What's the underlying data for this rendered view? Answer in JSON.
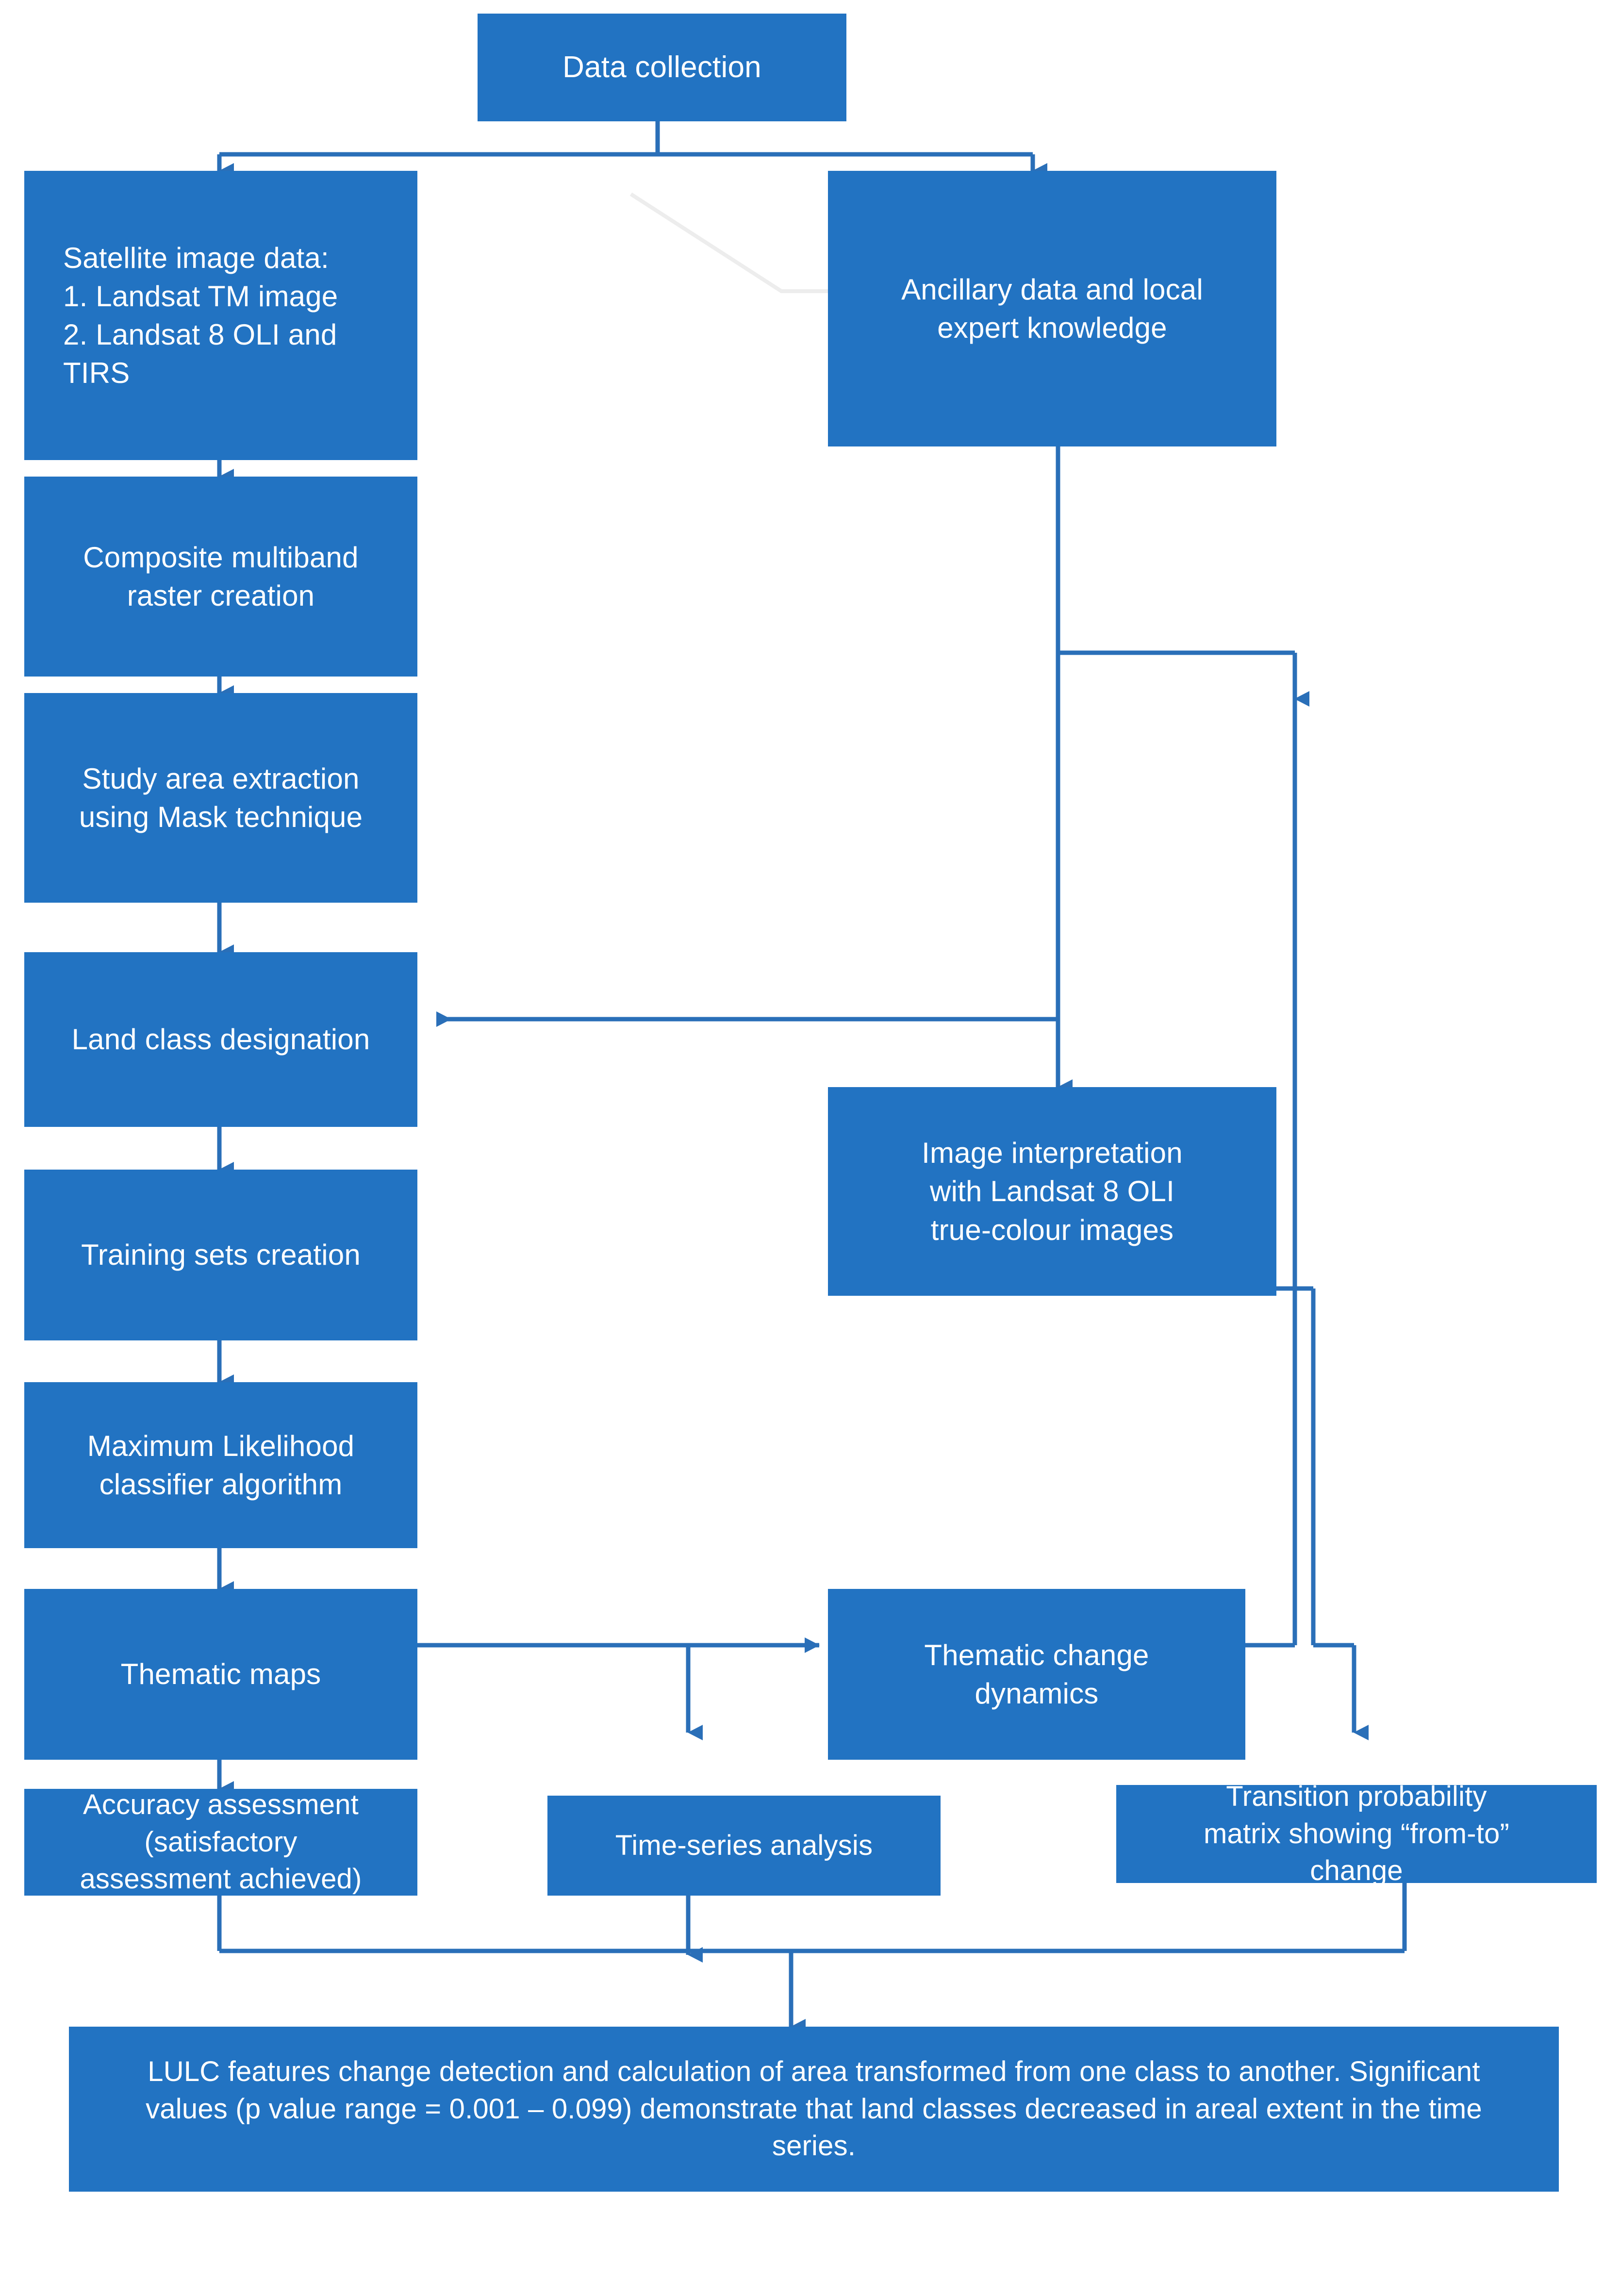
{
  "diagram": {
    "title": "LULC change detection methodology flowchart",
    "accent_color": "#2273c2",
    "text_color": "#ffffff",
    "background_color": "#ffffff",
    "connector_color": "#2a6fb8",
    "faint_connector_color": "#eceff1"
  },
  "nodes": {
    "data_collection": "Data collection",
    "satellite_image_data": "Satellite image data:\n1. Landsat TM image\n2. Landsat 8 OLI and\nTIRS",
    "ancillary_data": "Ancillary data and local\nexpert knowledge",
    "composite_raster": "Composite multiband\nraster creation",
    "study_area_extraction": "Study area extraction\nusing Mask technique",
    "land_class_designation": "Land class designation",
    "training_sets_creation": "Training sets creation",
    "maximum_likelihood": "Maximum Likelihood\nclassifier algorithm",
    "thematic_maps": "Thematic maps",
    "image_interpretation": "Image interpretation\nwith Landsat 8 OLI\ntrue-colour images",
    "thematic_change_dynamics": "Thematic change\ndynamics",
    "accuracy_assessment": "Accuracy assessment\n(satisfactory\nassessment achieved)",
    "time_series_analysis": "Time-series analysis",
    "transition_probability": "Transition probability\nmatrix showing “from-to”\nchange",
    "lulc_summary": "LULC features change detection and calculation of area transformed from one class to another. Significant values (p value range = 0.001 – 0.099) demonstrate that land classes decreased in areal extent in the time series."
  },
  "edges": [
    {
      "name": "data-collection-to-satellite",
      "from": "data_collection",
      "to": "satellite_image_data"
    },
    {
      "name": "data-collection-to-ancillary",
      "from": "data_collection",
      "to": "ancillary_data"
    },
    {
      "name": "satellite-to-composite",
      "from": "satellite_image_data",
      "to": "composite_raster"
    },
    {
      "name": "composite-to-study-area",
      "from": "composite_raster",
      "to": "study_area_extraction"
    },
    {
      "name": "study-area-to-land-class",
      "from": "study_area_extraction",
      "to": "land_class_designation"
    },
    {
      "name": "ancillary-to-land-class",
      "from": "ancillary_data",
      "to": "land_class_designation"
    },
    {
      "name": "ancillary-to-image-interpretation",
      "from": "ancillary_data",
      "to": "image_interpretation"
    },
    {
      "name": "ancillary-to-thematic-change",
      "from": "ancillary_data",
      "to": "thematic_change_dynamics"
    },
    {
      "name": "land-class-to-training-sets",
      "from": "land_class_designation",
      "to": "training_sets_creation"
    },
    {
      "name": "training-sets-to-maximum-likelihood",
      "from": "training_sets_creation",
      "to": "maximum_likelihood"
    },
    {
      "name": "maximum-likelihood-to-thematic-maps",
      "from": "maximum_likelihood",
      "to": "thematic_maps"
    },
    {
      "name": "thematic-maps-to-thematic-change",
      "from": "thematic_maps",
      "to": "thematic_change_dynamics"
    },
    {
      "name": "thematic-maps-to-time-series",
      "from": "thematic_maps",
      "to": "time_series_analysis"
    },
    {
      "name": "thematic-maps-to-accuracy",
      "from": "thematic_maps",
      "to": "accuracy_assessment"
    },
    {
      "name": "image-interpretation-to-thematic-change",
      "from": "image_interpretation",
      "to": "thematic_change_dynamics"
    },
    {
      "name": "thematic-change-to-transition",
      "from": "thematic_change_dynamics",
      "to": "transition_probability"
    },
    {
      "name": "accuracy-to-lulc",
      "from": "accuracy_assessment",
      "to": "lulc_summary"
    },
    {
      "name": "time-series-to-lulc",
      "from": "time_series_analysis",
      "to": "lulc_summary"
    },
    {
      "name": "transition-to-lulc",
      "from": "transition_probability",
      "to": "lulc_summary"
    }
  ]
}
